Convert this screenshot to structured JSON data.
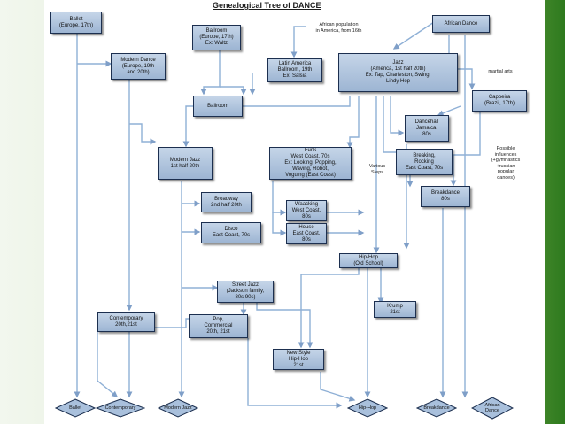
{
  "title": "Genealogical Tree of DANCE",
  "boxes": {
    "ballet": "Ballet\n(Europe, 17th)",
    "modern_dance": "Modern Dance\n(Europe, 19th\nand 20th)",
    "ballroom_origin": "Ballroom\n(Europe, 17th)\nEx: Waltz",
    "latin_america": "Latin America\nBallroom, 19th\nEx: Salsia",
    "ballroom": "Ballroom",
    "jazz": "Jazz\n(America, 1st half 20th)\nEx: Tap, Charleston, Swing,\nLindy Hop",
    "african_dance_top": "African Dance",
    "capoeira": "Capoeira\n(Brazil, 17th)",
    "dancehall": "Dancehall\nJamaica,\n80s",
    "modern_jazz": "Modern Jazz\n1st half 20th",
    "funk": "Funk\nWest Coast, 70s\nEx: Looking, Popping,\nWaving, Robot,\nVoguing (East Coast)",
    "breaking": "Breaking,\nRocking\nEast Coast, 70s",
    "breakdance": "Breakdance\n80s",
    "broadway": "Broadway\n2nd half 20th",
    "disco": "Disco\nEast Coast, 70s",
    "waacking": "Waacking\nWest Coast,\n80s",
    "house": "House\nEast Coast,\n80s",
    "hiphop_old": "Hip-Hop\n(Old School)",
    "street_jazz": "Street Jazz\n(Jackson family,\n80s 90s)",
    "krump": "Krump\n21st",
    "contemporary": "Contemporary\n20th,21st",
    "pop": "Pop,\nCommercial\n20th, 21st",
    "new_style": "New Style\nHip-Hop\n21st"
  },
  "notes": {
    "african_population": "African population\nin America, from 16th",
    "martial_arts": "martial arts",
    "various_steps": "Various\nSteps",
    "influences": "Possible\ninfluences\n(+gymnastics\n+russian\npopular\ndances)"
  },
  "bottom": {
    "ballet": "Ballet",
    "contemporary": "Contemporary",
    "modern_jazz": "Modern Jazz",
    "hiphop": "Hip-Hop",
    "breakdance": "Breakdance",
    "african": "African\nDance"
  },
  "colors": {
    "box_top": "#c5d5e8",
    "box_bottom": "#9db5d3",
    "line": "#8fb0d6",
    "border": "#1c2f4f"
  }
}
